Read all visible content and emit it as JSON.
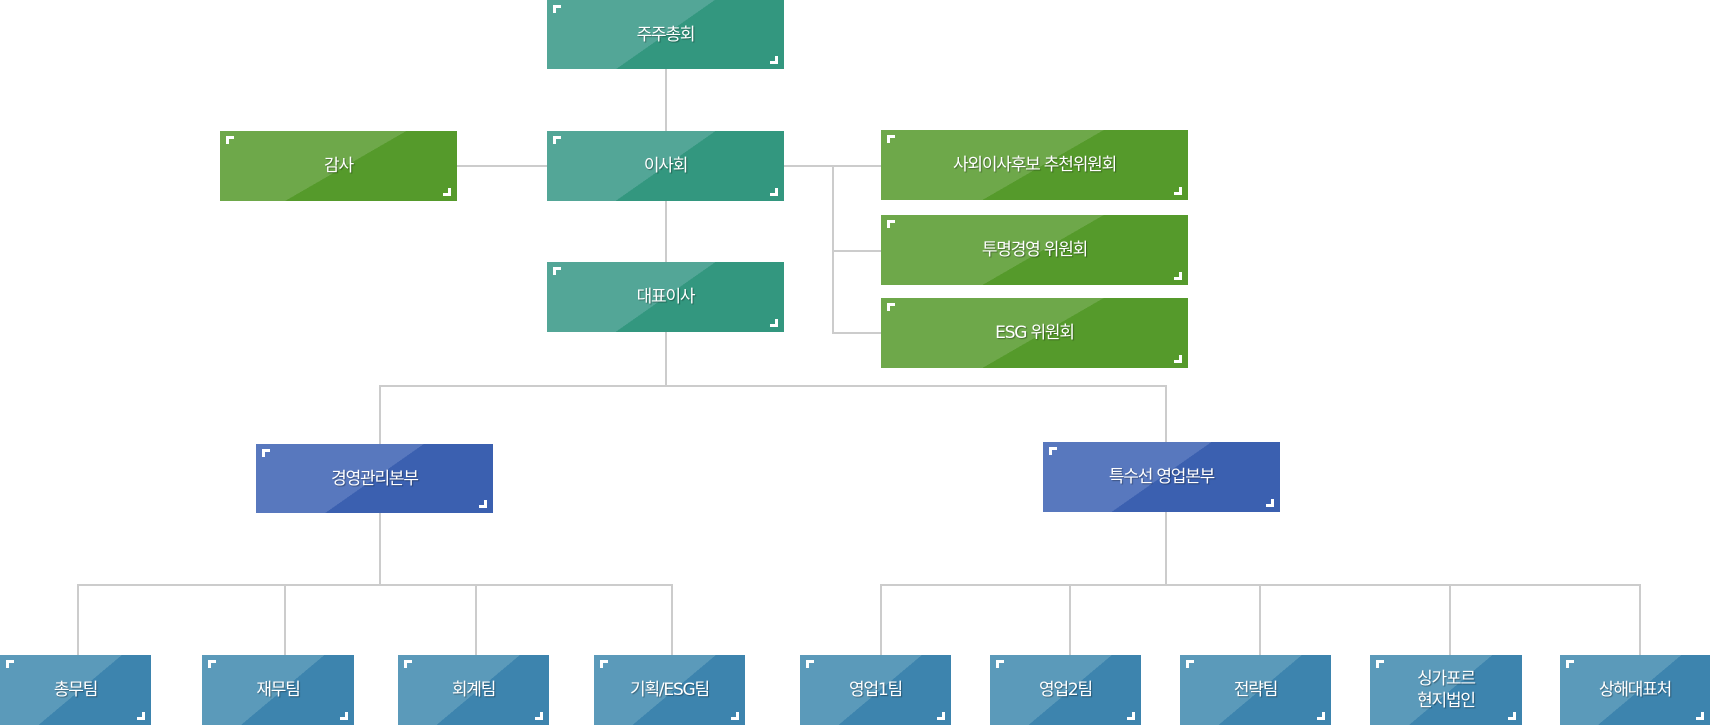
{
  "org_chart": {
    "governance": {
      "shareholders": "주주총회",
      "board": "이사회",
      "ceo": "대표이사",
      "auditor": "감사"
    },
    "committees": [
      "사외이사후보 추천위원회",
      "투명경영 위원회",
      "ESG 위원회"
    ],
    "divisions": [
      {
        "name": "경영관리본부",
        "teams": [
          "총무팀",
          "재무팀",
          "회계팀",
          "기획/ESG팀"
        ]
      },
      {
        "name": "특수선 영업본부",
        "teams": [
          "영업1팀",
          "영업2팀",
          "전략팀",
          "싱가포르\n현지법인",
          "상해대표처"
        ]
      }
    ],
    "colors": {
      "governance": "#33977f",
      "committee": "#559a2b",
      "division": "#3b60b0",
      "team": "#3d84ae",
      "connector": "#cccccc"
    }
  }
}
